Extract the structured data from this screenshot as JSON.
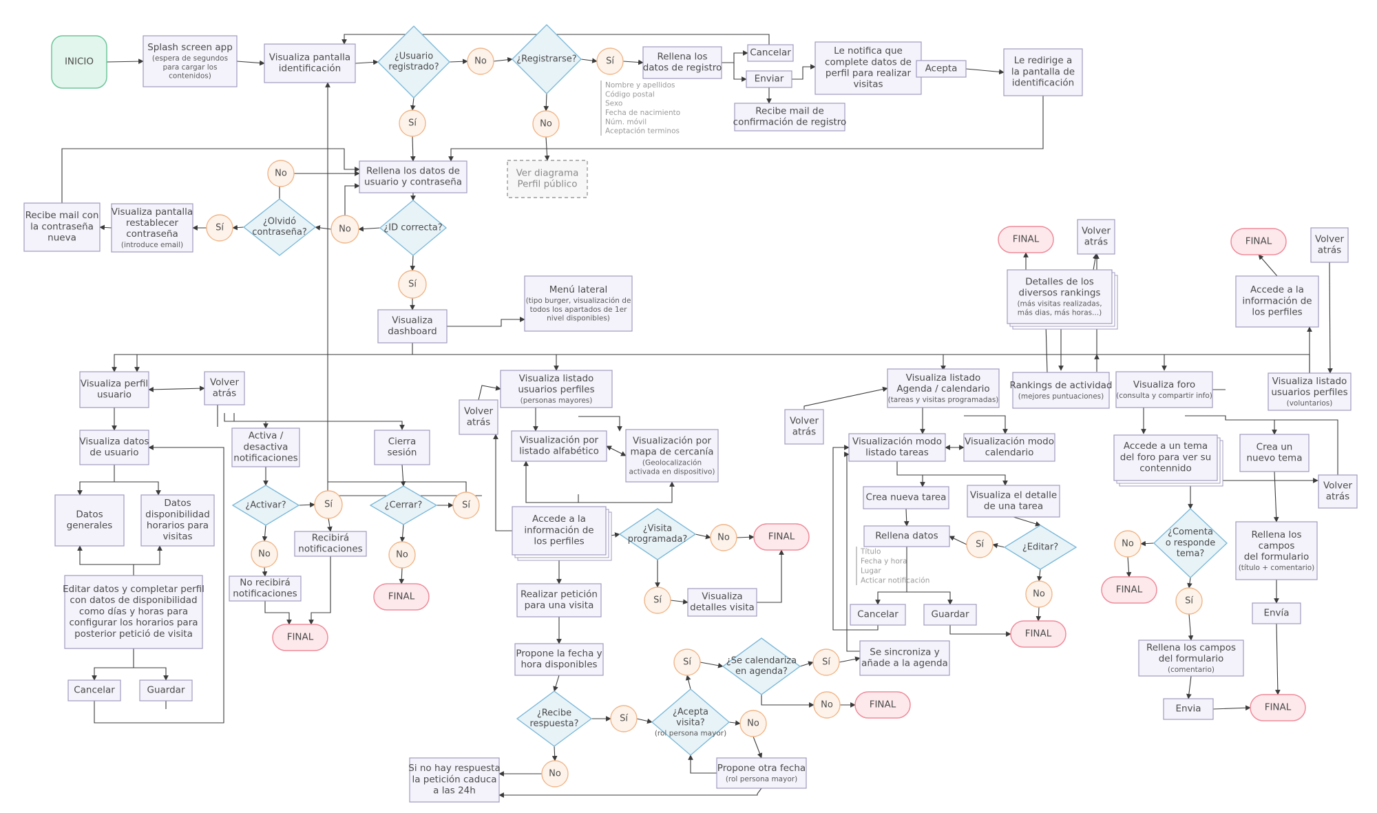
{
  "colors": {
    "line": "#3a3a3a",
    "box_fill": "#f4f3fb",
    "box_stroke": "#9f99bf",
    "box_text": "#4a4a4a",
    "sub_text": "#5a5a5a",
    "note_text": "#9a9a9a",
    "diamond_fill": "#e8f3f8",
    "diamond_stroke": "#7cb9d8",
    "circle_fill": "#fdf3ea",
    "circle_stroke": "#f0b588",
    "start_fill": "#e3f6ed",
    "start_stroke": "#6cc59a",
    "final_fill": "#fde9ec",
    "final_stroke": "#ef8a99",
    "dashed_stroke": "#9a9a9a"
  },
  "nodes": {
    "inicio": {
      "label": "INICIO"
    },
    "splash": {
      "label": "Splash screen app",
      "sub": [
        "(espera de segundos",
        "para cargar los",
        "contenidos)"
      ]
    },
    "login_screen": {
      "label": [
        "Visualiza pantalla",
        "identificación"
      ]
    },
    "q_registered": {
      "label": [
        "¿Usuario",
        "registrado?"
      ]
    },
    "no_registered": {
      "label": "No"
    },
    "q_register": {
      "label": "¿Registrarse?"
    },
    "si_register": {
      "label": "Sí"
    },
    "fill_registration": {
      "label": [
        "Rellena los",
        "datos de registro"
      ]
    },
    "registration_fields": {
      "label": [
        "Nombre y apellidos",
        "Código postal",
        "Sexo",
        "Fecha de nacimiento",
        "Núm. móvil",
        "Aceptación terminos"
      ]
    },
    "cancel_top": {
      "label": "Cancelar"
    },
    "send_top": {
      "label": "Enviar"
    },
    "confirm_mail": {
      "label": [
        "Recibe mail de",
        "confirmación de registro"
      ]
    },
    "notify_profile": {
      "label": [
        "Le notifica que",
        "complete datos de",
        "perfil para realizar",
        "visitas"
      ]
    },
    "accept_top": {
      "label": "Acepta"
    },
    "redirect_login": {
      "label": [
        "Le redirige a",
        "la pantalla de",
        "identificación"
      ]
    },
    "si_registered": {
      "label": "Sí"
    },
    "no_register": {
      "label": "No"
    },
    "public_profile": {
      "label": [
        "Ver diagrama",
        "Perfil público"
      ]
    },
    "fill_credentials": {
      "label": [
        "Rellena los datos de",
        "usuario y contraseña"
      ]
    },
    "q_id": {
      "label": "¿ID correcta?"
    },
    "no_id": {
      "label": "No"
    },
    "q_forgot": {
      "label": [
        "¿Olvidó",
        "contraseña?"
      ]
    },
    "no_forgot": {
      "label": "No"
    },
    "si_forgot": {
      "label": "Sí"
    },
    "reset_screen": {
      "label": [
        "Visualiza pantalla",
        "restablecer",
        "contraseña"
      ],
      "sub": [
        "(introduce email)"
      ]
    },
    "new_pwd_mail": {
      "label": [
        "Recibe mail con",
        "la contraseña",
        "nueva"
      ]
    },
    "si_id": {
      "label": "Sí"
    },
    "dashboard": {
      "label": [
        "Visualiza",
        "dashboard"
      ]
    },
    "side_menu": {
      "label": "Menú lateral",
      "sub": [
        "(tipo burger, visualización de",
        "todos los apartados de 1er",
        "nivel disponibles)"
      ]
    },
    "view_profile": {
      "label": [
        "Visualiza perfil",
        "usuario"
      ]
    },
    "back_profile": {
      "label": [
        "Volver",
        "atrás"
      ]
    },
    "user_data": {
      "label": [
        "Visualiza datos",
        "de usuario"
      ]
    },
    "toggle_notif": {
      "label": [
        "Activa /",
        "desactiva",
        "notificaciones"
      ]
    },
    "logout": {
      "label": [
        "Cierra",
        "sesión"
      ]
    },
    "general_data": {
      "label": [
        "Datos",
        "generales"
      ]
    },
    "availability": {
      "label": [
        "Datos",
        "disponibilidad",
        "horarios para",
        "visitas"
      ]
    },
    "edit_profile": {
      "label": [
        "Editar datos y completar perfil",
        "con datos de disponibilidad",
        "como días y horas para",
        "configurar los horarios para",
        "posterior petició de visita"
      ]
    },
    "cancel_profile": {
      "label": "Cancelar"
    },
    "save_profile": {
      "label": "Guardar"
    },
    "q_activate": {
      "label": "¿Activar?"
    },
    "si_activate": {
      "label": "Sí"
    },
    "will_receive": {
      "label": [
        "Recibirá",
        "notificaciones"
      ]
    },
    "no_activate": {
      "label": "No"
    },
    "wont_receive": {
      "label": [
        "No recibirá",
        "notificaciones"
      ]
    },
    "final_notif": {
      "label": "FINAL"
    },
    "q_close": {
      "label": "¿Cerrar?"
    },
    "si_close": {
      "label": "Sí"
    },
    "no_close": {
      "label": "No"
    },
    "final_close": {
      "label": "FINAL"
    },
    "list_seniors": {
      "label": [
        "Visualiza  listado",
        "usuarios perfiles"
      ],
      "sub": [
        "(personas mayores)"
      ]
    },
    "back_seniors": {
      "label": [
        "Volver",
        "atrás"
      ]
    },
    "alpha_list": {
      "label": [
        "Visualización por",
        "listado alfabético"
      ]
    },
    "map_view": {
      "label": [
        "Visualización por",
        "mapa de cercanía"
      ],
      "sub": [
        "(Geolocalización",
        "activada en dispositivo)"
      ]
    },
    "senior_profiles": {
      "label": [
        "Accede a la",
        "información de",
        "los perfiles"
      ]
    },
    "q_scheduled": {
      "label": [
        "¿Visita",
        "programada?"
      ]
    },
    "no_scheduled": {
      "label": "No"
    },
    "final_scheduled": {
      "label": "FINAL"
    },
    "si_scheduled": {
      "label": "Sí"
    },
    "visit_details": {
      "label": [
        "Visualiza",
        "detalles visita"
      ]
    },
    "request_visit": {
      "label": [
        "Realizar petición",
        "para una visita"
      ]
    },
    "propose_date": {
      "label": [
        "Propone la fecha y",
        "hora disponibles"
      ]
    },
    "q_response": {
      "label": [
        "¿Recibe",
        "respuesta?"
      ]
    },
    "si_response": {
      "label": "Sí"
    },
    "no_response": {
      "label": "No"
    },
    "expire": {
      "label": [
        "Si no hay respuesta",
        "la petición caduca",
        "a las 24h"
      ]
    },
    "q_accept": {
      "label": [
        "¿Acepta",
        "visita?"
      ],
      "sub": [
        "(rol persona mayor)"
      ]
    },
    "si_accept": {
      "label": "Sí"
    },
    "no_accept": {
      "label": "No"
    },
    "other_date": {
      "label": "Propone otra fecha",
      "sub": [
        "(rol persona mayor)"
      ]
    },
    "q_calendar": {
      "label": [
        "¿Se calendariza",
        "en agenda?"
      ]
    },
    "si_calendar": {
      "label": "Sí"
    },
    "no_calendar": {
      "label": "No"
    },
    "final_calendar": {
      "label": "FINAL"
    },
    "sync_agenda": {
      "label": [
        "Se sincroniza y",
        "añade a la agenda"
      ]
    },
    "agenda_list": {
      "label": [
        "Visualiza  listado",
        "Agenda / calendario"
      ],
      "sub": [
        "(tareas y visitas programadas)"
      ]
    },
    "back_agenda": {
      "label": [
        "Volver",
        "atrás"
      ]
    },
    "task_list_mode": {
      "label": [
        "Visualización modo",
        "listado tareas"
      ]
    },
    "calendar_mode": {
      "label": [
        "Visualización modo",
        "calendario"
      ]
    },
    "new_task": {
      "label": "Crea nueva tarea"
    },
    "task_detail": {
      "label": [
        "Visualiza el detalle",
        "de una tarea"
      ]
    },
    "fill_task": {
      "label": "Rellena datos"
    },
    "task_fields": {
      "label": [
        "Título",
        "Fecha y hora",
        "Lugar",
        "Acticar notificación"
      ]
    },
    "si_edit": {
      "label": "Sí"
    },
    "q_edit": {
      "label": "¿Editar?"
    },
    "no_edit": {
      "label": "No"
    },
    "cancel_task": {
      "label": "Cancelar"
    },
    "save_task": {
      "label": "Guardar"
    },
    "final_task": {
      "label": "FINAL"
    },
    "rankings": {
      "label": "Rankings de actividad",
      "sub": [
        "(mejores puntuaciones)"
      ]
    },
    "ranking_details": {
      "label": [
        "Detalles de los",
        "diversos rankings"
      ],
      "sub": [
        "(más visitas realizadas,",
        "más dias, más horas...)"
      ]
    },
    "final_ranking": {
      "label": "FINAL"
    },
    "back_ranking": {
      "label": [
        "Volver",
        "atrás"
      ]
    },
    "forum": {
      "label": "Visualiza  foro",
      "sub": [
        "(consulta y compartir info)"
      ]
    },
    "forum_topic": {
      "label": [
        "Accede a un tema",
        "del foro para ver su",
        "contennido"
      ]
    },
    "new_topic": {
      "label": [
        "Crea un",
        "nuevo tema"
      ]
    },
    "back_forum": {
      "label": [
        "Volver",
        "atrás"
      ]
    },
    "q_comment": {
      "label": [
        "¿Comenta",
        "o responde",
        "tema?"
      ]
    },
    "no_comment": {
      "label": "No"
    },
    "final_comment": {
      "label": "FINAL"
    },
    "si_comment": {
      "label": "Sí"
    },
    "fill_comment": {
      "label": [
        "Rellena los campos",
        "del formulario"
      ],
      "sub": [
        "(comentario)"
      ]
    },
    "send_comment": {
      "label": "Envia"
    },
    "final_forum": {
      "label": "FINAL"
    },
    "fill_topic": {
      "label": [
        "Rellena los",
        "campos",
        "del formulario"
      ],
      "sub": [
        "(título + comentario)"
      ]
    },
    "send_topic": {
      "label": "Envía"
    },
    "list_volunteers": {
      "label": [
        "Visualiza  listado",
        "usuarios perfiles"
      ],
      "sub": [
        "(voluntarios)"
      ]
    },
    "volunteer_profiles": {
      "label": [
        "Accede a la",
        "información de",
        "los perfiles"
      ]
    },
    "final_volunteer": {
      "label": "FINAL"
    },
    "back_volunteer": {
      "label": [
        "Volver",
        "atrás"
      ]
    }
  }
}
